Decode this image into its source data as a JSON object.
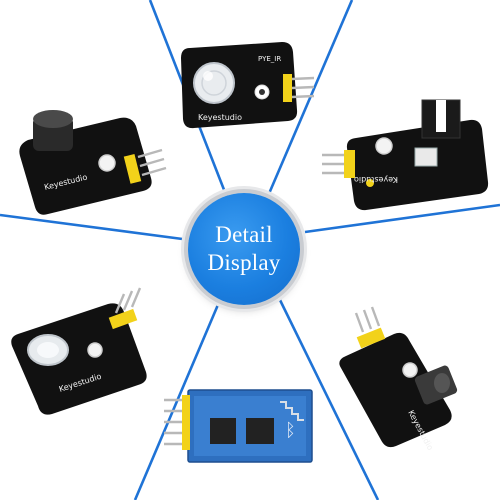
{
  "center": {
    "line1": "Detail",
    "line2": "Display"
  },
  "modules": {
    "pir": {
      "brand": "Keyestudio",
      "label": "PYE_IR"
    },
    "sound": {
      "brand": "Keyestudio"
    },
    "photo_interrupter": {
      "brand": "Keyestudio"
    },
    "ir_led": {
      "brand": "Keyestudio"
    },
    "ir_receiver": {
      "brand": "Keyestudio"
    },
    "bluetooth": {}
  },
  "colors": {
    "line_blue": "#1f73d6",
    "pcb_black": "#111111",
    "header_yellow": "#f2d21a",
    "bt_blue": "#2e6fbf",
    "badge_blue": "#1b7fe0"
  }
}
